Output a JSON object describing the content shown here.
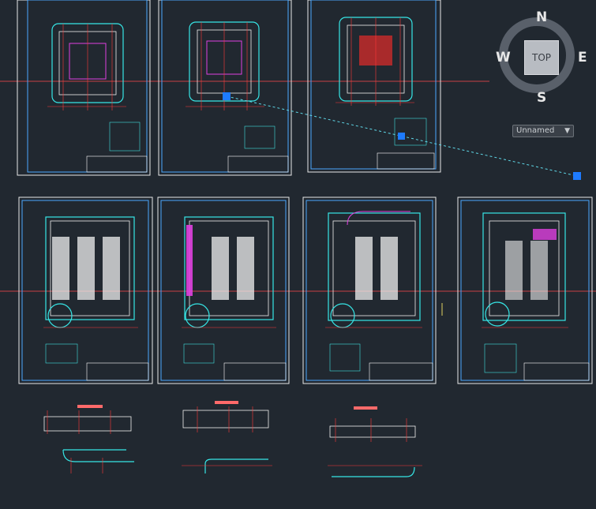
{
  "viewcube": {
    "north": "N",
    "south": "S",
    "west": "W",
    "east": "E",
    "face": "TOP"
  },
  "ucs": {
    "label": "Unnamed",
    "chevron_icon": "chevron-down-icon"
  },
  "colors": {
    "background": "#212830",
    "sheet_border": "#e8e8e8",
    "inner_border": "#4aa8ff",
    "axis": "#ff4a4a",
    "wall": "#36e6e6",
    "accent_magenta": "#e040e0",
    "grip": "#1e7bff",
    "rubberband": "#5fd8e8"
  }
}
